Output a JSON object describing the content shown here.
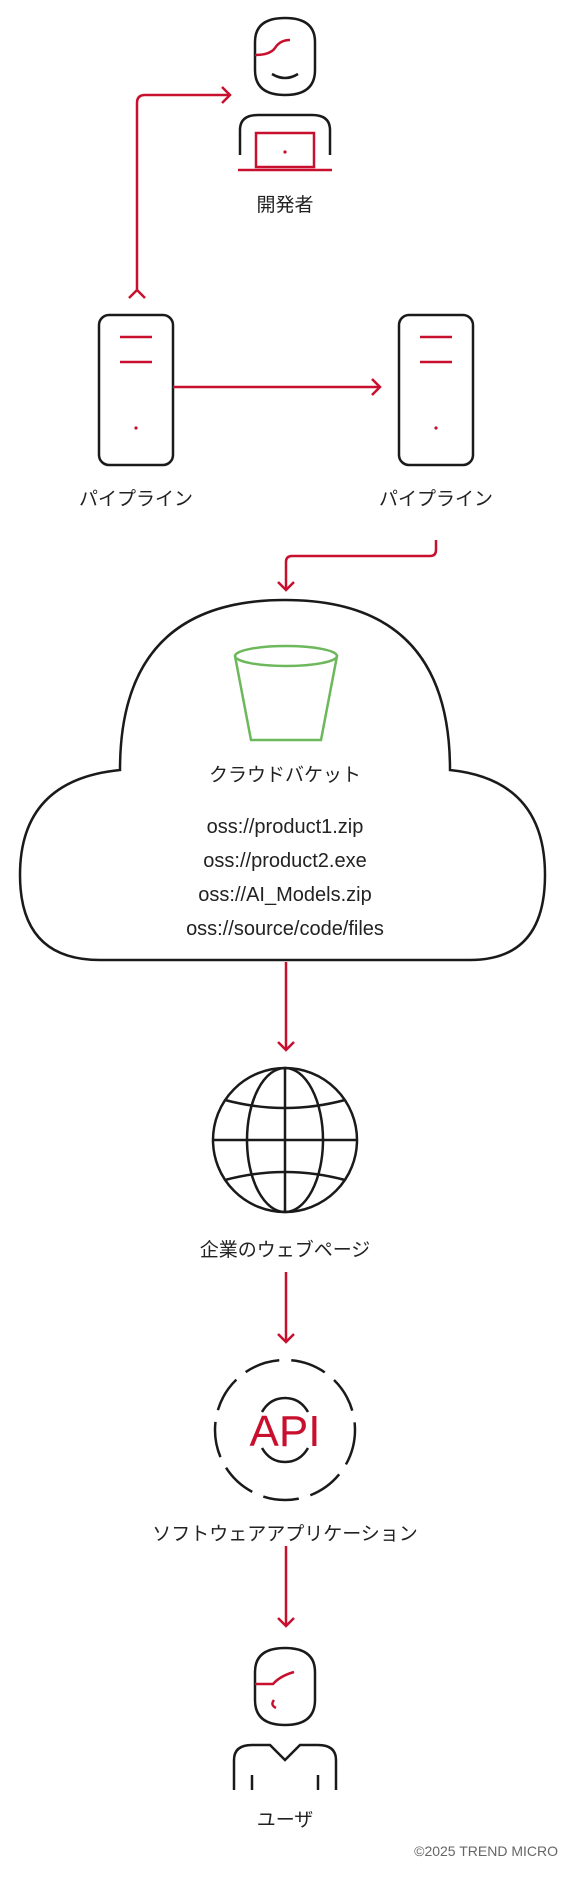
{
  "colors": {
    "accent": "#c8102e",
    "stroke": "#1a1a1a",
    "bucket": "#6db85b",
    "text": "#222222",
    "muted": "#666666"
  },
  "nodes": {
    "developer": {
      "label": "開発者",
      "icon": "developer-icon"
    },
    "pipeline_left": {
      "label": "パイプライン",
      "icon": "server-icon"
    },
    "pipeline_right": {
      "label": "パイプライン",
      "icon": "server-icon"
    },
    "cloud_bucket": {
      "label": "クラウドバケット",
      "icon": "bucket-icon",
      "items": [
        "oss://product1.zip",
        "oss://product2.exe",
        "oss://AI_Models.zip",
        "oss://source/code/files"
      ]
    },
    "webpage": {
      "label": "企業のウェブページ",
      "icon": "globe-icon"
    },
    "software": {
      "label": "ソフトウェアアプリケーション",
      "icon": "api-gear-icon",
      "icon_text": "API"
    },
    "user": {
      "label": "ユーザ",
      "icon": "user-icon"
    }
  },
  "copyright": "©2025 TREND MICRO"
}
